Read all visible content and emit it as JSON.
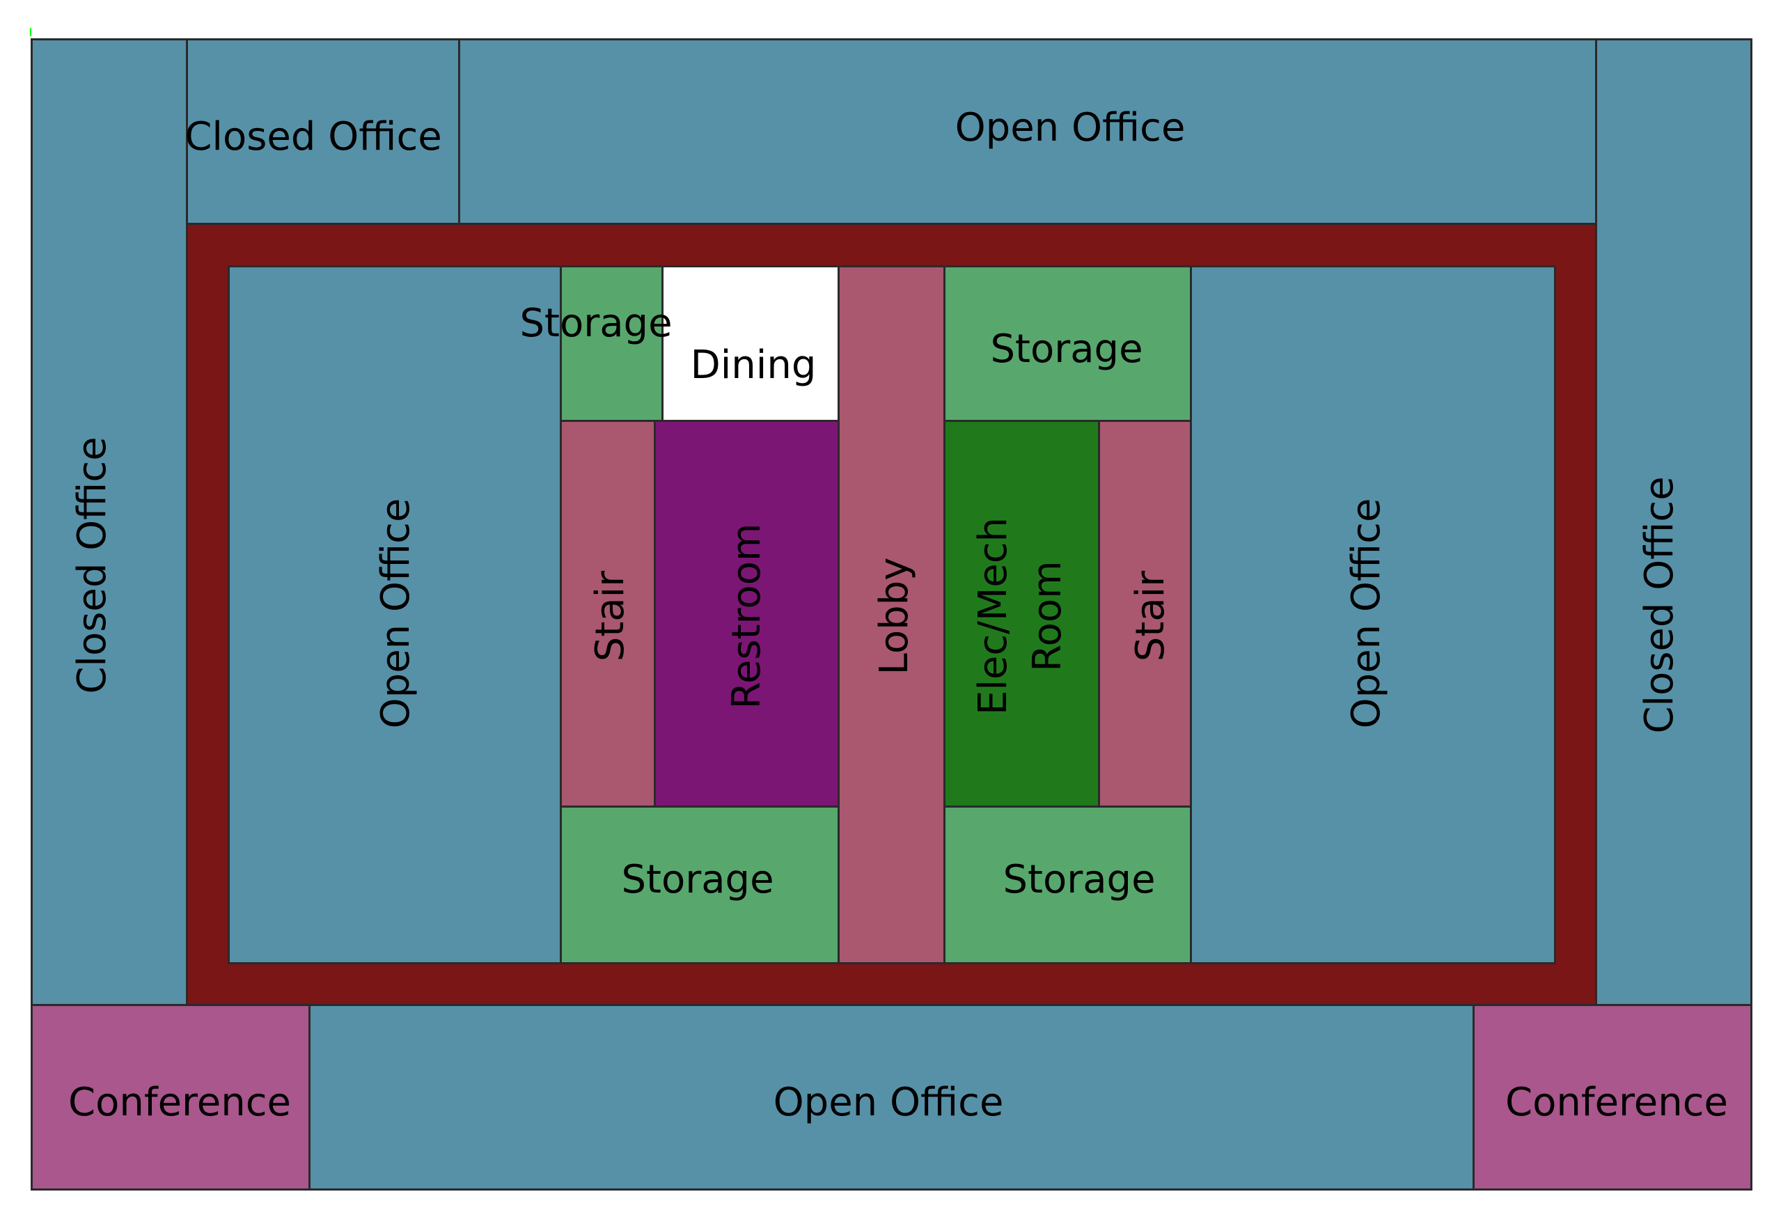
{
  "colors": {
    "office": "#5791a8",
    "corridor": "#7a1616",
    "storage": "#58a86e",
    "dining": "#ffffff",
    "circulation": "#a95870",
    "restroom": "#7b1675",
    "elec_mech": "#207a1c",
    "conference": "#a9578c"
  },
  "labels": {
    "closed_office_left": "Closed Office",
    "closed_office_top": "Closed Office",
    "open_office_top": "Open Office",
    "closed_office_right": "Closed Office",
    "open_office_inner_left": "Open Office",
    "open_office_inner_right": "Open Office",
    "storage_top_left": "Storage",
    "dining": "Dining",
    "storage_top_right": "Storage",
    "stair_left": "Stair",
    "restroom": "Restroom",
    "lobby": "Lobby",
    "elec_mech_room_line1": "Elec/Mech",
    "elec_mech_room_line2": "Room",
    "stair_right": "Stair",
    "storage_bottom_left": "Storage",
    "storage_bottom_right": "Storage",
    "conference_left": "Conference",
    "open_office_bottom": "Open Office",
    "conference_right": "Conference"
  }
}
